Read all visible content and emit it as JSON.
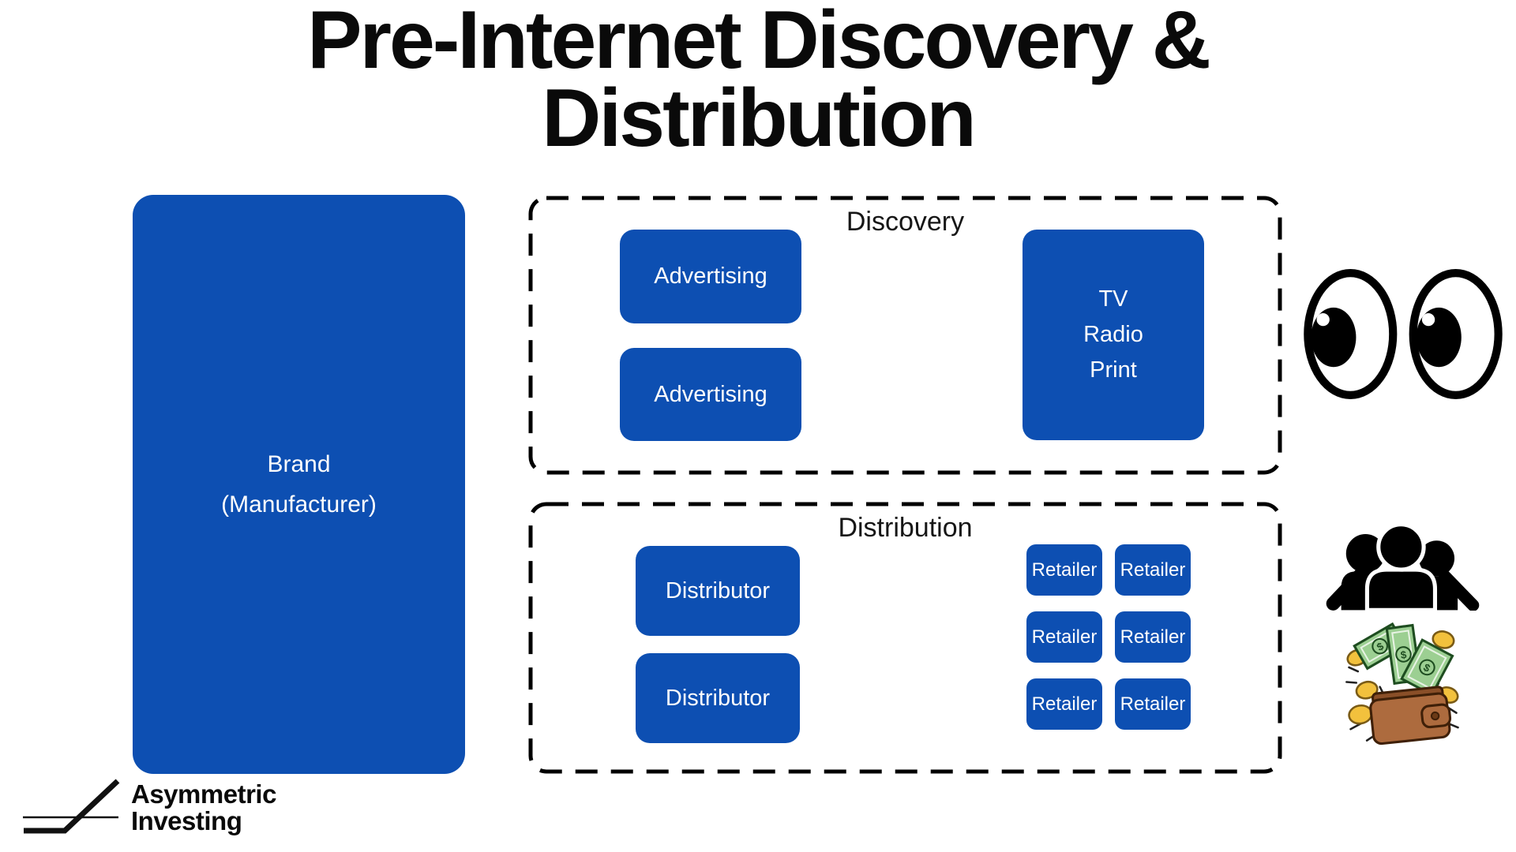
{
  "title": {
    "line1": "Pre-Internet Discovery &",
    "line2": "Distribution"
  },
  "colors": {
    "box_blue": "#0d4fb2",
    "box_text": "#ffffff",
    "outline_black": "#000000"
  },
  "brand_box": {
    "line1": "Brand",
    "line2": "(Manufacturer)"
  },
  "discovery_section": {
    "label": "Discovery",
    "advertising_boxes": [
      "Advertising",
      "Advertising"
    ],
    "media_box_lines": [
      "TV",
      "Radio",
      "Print"
    ]
  },
  "distribution_section": {
    "label": "Distribution",
    "distributor_boxes": [
      "Distributor",
      "Distributor"
    ],
    "retailer_boxes": [
      "Retailer",
      "Retailer",
      "Retailer",
      "Retailer",
      "Retailer",
      "Retailer"
    ]
  },
  "decorations": {
    "eyes_icon": "looking-eyes",
    "crowd_icon": "group-of-people",
    "money_icon": "wallet-with-cash-and-coins",
    "money_symbol": "$"
  },
  "logo": {
    "line1": "Asymmetric",
    "line2": "Investing"
  }
}
